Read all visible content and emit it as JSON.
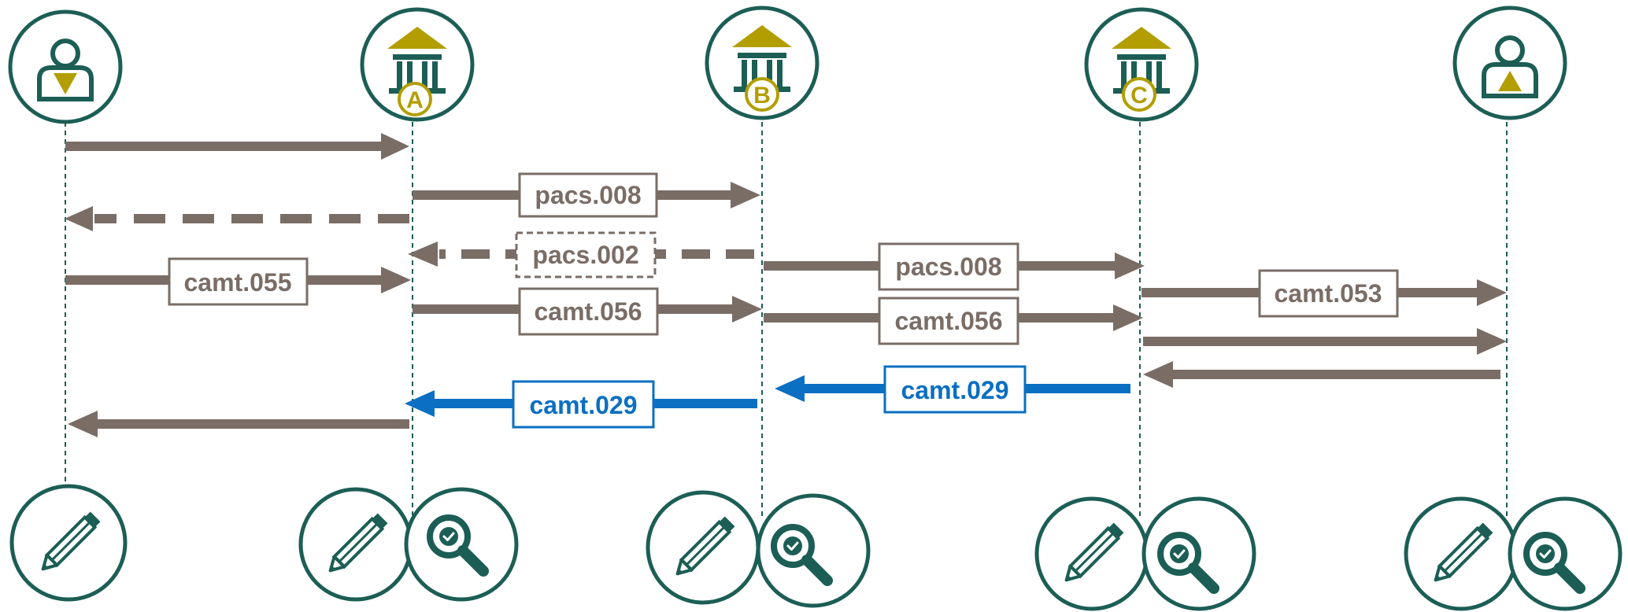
{
  "colors": {
    "teal": "#1c5e55",
    "gold": "#b29e00",
    "arrow_gray": "#7a6d66",
    "label_gray": "#7a6d66",
    "blue": "#0b6fc2"
  },
  "participants": [
    {
      "id": "debtor",
      "icon": "person-debtor-icon"
    },
    {
      "id": "bank-a",
      "icon": "bank-icon",
      "letter": "A"
    },
    {
      "id": "bank-b",
      "icon": "bank-icon",
      "letter": "B"
    },
    {
      "id": "bank-c",
      "icon": "bank-icon",
      "letter": "C"
    },
    {
      "id": "creditor",
      "icon": "person-creditor-icon"
    }
  ],
  "messages": [
    {
      "id": "m1",
      "label": ""
    },
    {
      "id": "m2",
      "label": "pacs.008"
    },
    {
      "id": "m3",
      "label": ""
    },
    {
      "id": "m4",
      "label": "pacs.002"
    },
    {
      "id": "m5",
      "label": "pacs.008"
    },
    {
      "id": "m6",
      "label": "camt.055"
    },
    {
      "id": "m7",
      "label": "camt.053"
    },
    {
      "id": "m8",
      "label": "camt.056"
    },
    {
      "id": "m9",
      "label": "camt.056"
    },
    {
      "id": "m10",
      "label": ""
    },
    {
      "id": "m11",
      "label": ""
    },
    {
      "id": "m12",
      "label": "camt.029"
    },
    {
      "id": "m13",
      "label": "camt.029"
    },
    {
      "id": "m14",
      "label": ""
    }
  ],
  "bottom_icons": [
    {
      "id": "debtor",
      "icons": [
        "pencil-icon"
      ]
    },
    {
      "id": "bank-a",
      "icons": [
        "pencil-icon",
        "magnifier-check-icon"
      ]
    },
    {
      "id": "bank-b",
      "icons": [
        "pencil-icon",
        "magnifier-check-icon"
      ]
    },
    {
      "id": "bank-c",
      "icons": [
        "pencil-icon",
        "magnifier-check-icon"
      ]
    },
    {
      "id": "creditor",
      "icons": [
        "pencil-icon",
        "magnifier-check-icon"
      ]
    }
  ]
}
